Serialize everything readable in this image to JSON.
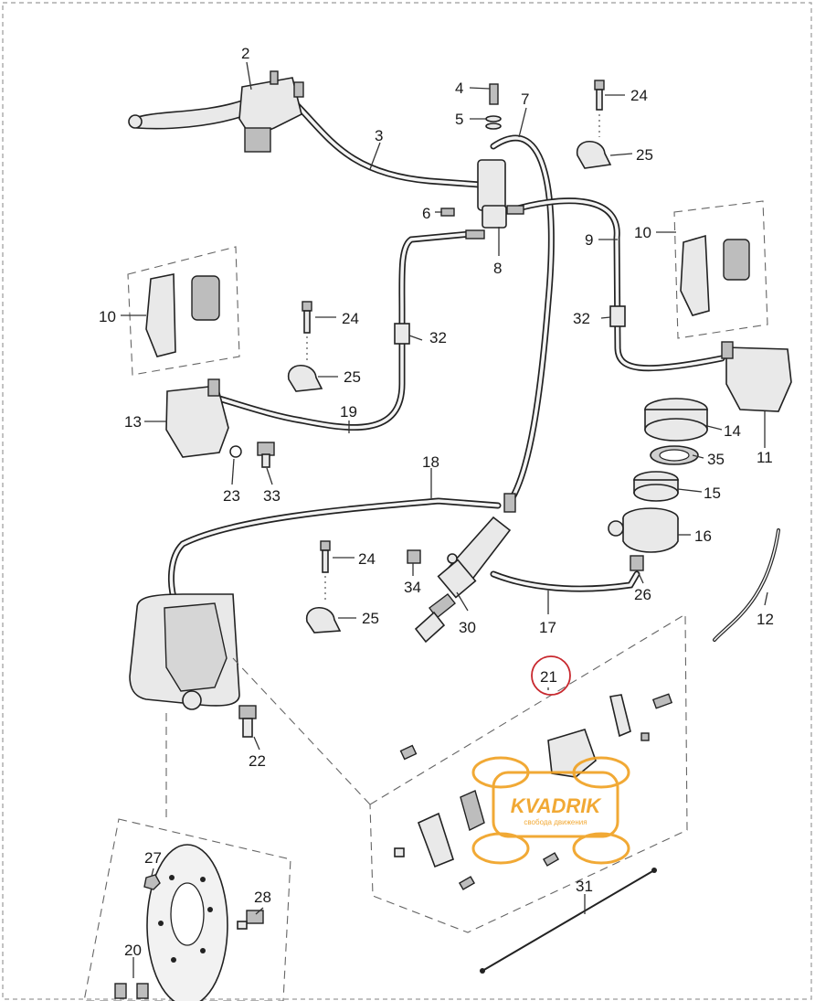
{
  "labels": [
    {
      "id": "p2",
      "text": "2"
    },
    {
      "id": "p3",
      "text": "3"
    },
    {
      "id": "p4",
      "text": "4"
    },
    {
      "id": "p5",
      "text": "5"
    },
    {
      "id": "p6",
      "text": "6"
    },
    {
      "id": "p7",
      "text": "7"
    },
    {
      "id": "p8",
      "text": "8"
    },
    {
      "id": "p9",
      "text": "9"
    },
    {
      "id": "p10a",
      "text": "10"
    },
    {
      "id": "p10b",
      "text": "10"
    },
    {
      "id": "p11",
      "text": "11"
    },
    {
      "id": "p12",
      "text": "12"
    },
    {
      "id": "p13",
      "text": "13"
    },
    {
      "id": "p14",
      "text": "14"
    },
    {
      "id": "p15",
      "text": "15"
    },
    {
      "id": "p16",
      "text": "16"
    },
    {
      "id": "p17",
      "text": "17"
    },
    {
      "id": "p18",
      "text": "18"
    },
    {
      "id": "p19",
      "text": "19"
    },
    {
      "id": "p20",
      "text": "20"
    },
    {
      "id": "p21",
      "text": "21"
    },
    {
      "id": "p22",
      "text": "22"
    },
    {
      "id": "p23",
      "text": "23"
    },
    {
      "id": "p24a",
      "text": "24"
    },
    {
      "id": "p24b",
      "text": "24"
    },
    {
      "id": "p24c",
      "text": "24"
    },
    {
      "id": "p25a",
      "text": "25"
    },
    {
      "id": "p25b",
      "text": "25"
    },
    {
      "id": "p25c",
      "text": "25"
    },
    {
      "id": "p26",
      "text": "26"
    },
    {
      "id": "p27",
      "text": "27"
    },
    {
      "id": "p28",
      "text": "28"
    },
    {
      "id": "p30",
      "text": "30"
    },
    {
      "id": "p31",
      "text": "31"
    },
    {
      "id": "p32a",
      "text": "32"
    },
    {
      "id": "p32b",
      "text": "32"
    },
    {
      "id": "p33",
      "text": "33"
    },
    {
      "id": "p34",
      "text": "34"
    },
    {
      "id": "p35",
      "text": "35"
    }
  ],
  "watermark": {
    "brand": "KVADRIK",
    "tagline": "свобода движения",
    "color": "#f0a020"
  },
  "highlight": {
    "label_id": "p21",
    "color": "#c8282e"
  }
}
